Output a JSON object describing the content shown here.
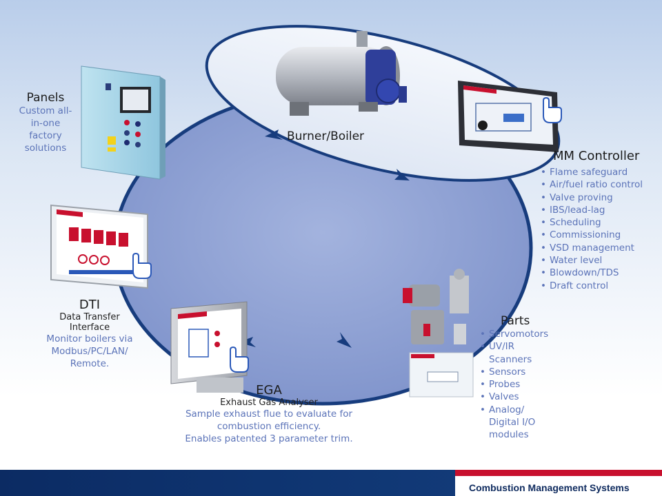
{
  "nodes": {
    "boiler": {
      "title": "Burner/Boiler"
    },
    "controller": {
      "title": "MM Controller",
      "bullets": [
        "Flame safeguard",
        "Air/fuel ratio control",
        "Valve proving",
        "IBS/lead-lag",
        "Scheduling",
        "Commissioning",
        "VSD management",
        "Water level",
        "Blowdown/TDS",
        "Draft control"
      ]
    },
    "panels": {
      "title": "Panels",
      "desc": [
        "Custom all-",
        "in-one",
        "factory",
        "solutions"
      ]
    },
    "dti": {
      "title": "DTI",
      "subtitle": [
        "Data Transfer",
        "Interface"
      ],
      "desc": [
        "Monitor boilers via",
        "Modbus/PC/LAN/",
        "Remote."
      ]
    },
    "parts": {
      "title": "Parts",
      "bullets": [
        "Servomotors",
        "UV/IR Scanners",
        "Sensors",
        "Probes",
        "Valves",
        "Analog/ Digital I/O modules"
      ]
    },
    "ega": {
      "title": "EGA",
      "subtitle": "Exhaust Gas Analyser",
      "desc": [
        "Sample exhaust flue to evaluate for",
        "combustion efficiency.",
        "Enables patented 3 parameter trim."
      ]
    }
  },
  "footer": {
    "tagline": "Combustion Management Systems",
    "brand_colors": {
      "navy": "#0e3470",
      "red": "#c8102e"
    }
  },
  "colors": {
    "ring": "#173c7d",
    "fill": "#8b9dd0",
    "text_blue": "#5b73b8"
  }
}
